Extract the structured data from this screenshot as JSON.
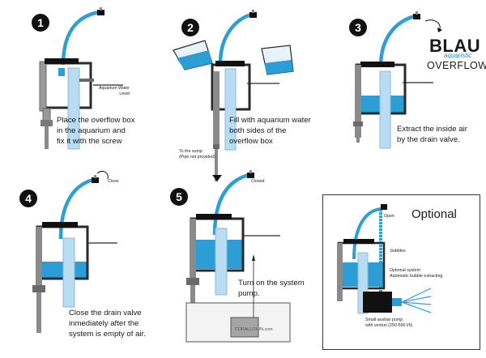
{
  "brand": {
    "name": "BLAU",
    "tagline": "aquaristic",
    "product": "OVERFLOW"
  },
  "steps": [
    {
      "number": "1",
      "text": "Place the overflow box\nin the aquarium and\nfix it with the screw",
      "labels": [
        "Aquarium Water\nLevel"
      ]
    },
    {
      "number": "2",
      "text": "Fill with aquarium water\nboth sides of the\noverflow box",
      "labels": [
        "To the sump\n(Pipe not provided)"
      ]
    },
    {
      "number": "3",
      "text": "Extract the inside air\nby the drain valve.",
      "labels": []
    },
    {
      "number": "4",
      "text": "Close the drain valve\ninmediately after the\nsystem is empty of air.",
      "labels": [
        "Close"
      ]
    },
    {
      "number": "5",
      "text": "Turn on the system\npump.",
      "labels": [
        "Closed",
        "CORALLITHIN.com"
      ]
    }
  ],
  "optional": {
    "title": "Optional",
    "labels": {
      "open": "Open",
      "bubbles": "bubbles",
      "system": "Optional system\nAutomatic bubble extracting",
      "pump": "Small auxiliar pump\nwith venturi (250-500 l/h)"
    }
  },
  "colors": {
    "water": "#2b9ed6",
    "hose": "#2e9fd6",
    "tube": "#b8dcf2",
    "pvc": "#8a8a8a",
    "box": "#2a2a2a"
  }
}
